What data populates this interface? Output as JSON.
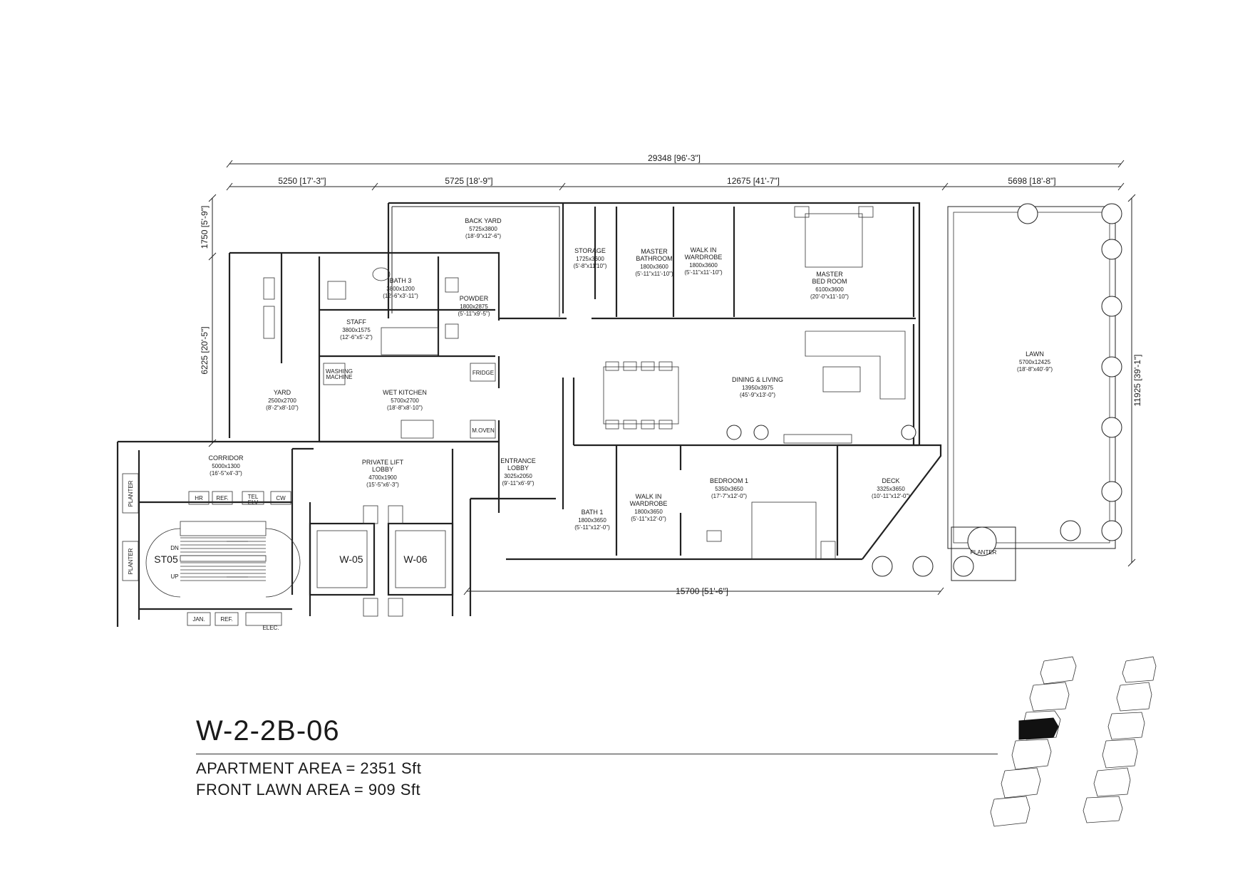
{
  "unit": {
    "code": "W-2-2B-06",
    "apartment_area": "APARTMENT AREA = 2351 Sft",
    "lawn_area": "FRONT LAWN AREA = 909 Sft"
  },
  "dimensions": {
    "overall": "29348 [96'-3\"]",
    "seg1": "5250 [17'-3\"]",
    "seg2": "5725 [18'-9\"]",
    "seg3": "12675 [41'-7\"]",
    "seg4": "5698 [18'-8\"]",
    "left_top": "1750 [5'-9\"]",
    "left_mid": "6225 [20'-5\"]",
    "right": "11925 [39'-1\"]",
    "bottom": "15700 [51'-6\"]"
  },
  "rooms": {
    "backyard": {
      "name": "BACK YARD",
      "size": "5725x3800",
      "imperial": "(18'-9\"x12'-6\")"
    },
    "storage": {
      "name": "STORAGE",
      "size": "1725x3600",
      "imperial": "(5'-8\"x11'10\")"
    },
    "master_bath": {
      "name": "MASTER",
      "name2": "BATHROOM",
      "size": "1800x3600",
      "imperial": "(5'-11\"x11'-10\")"
    },
    "wiw1": {
      "name": "WALK IN",
      "name2": "WARDROBE",
      "size": "1800x3600",
      "imperial": "(5'-11\"x11'-10\")"
    },
    "master_bed": {
      "name": "MASTER",
      "name2": "BED ROOM",
      "size": "6100x3600",
      "imperial": "(20'-0\"x11'-10\")"
    },
    "bath3": {
      "name": "BATH 3",
      "size": "3800x1200",
      "imperial": "(12'-6\"x3'-11\")"
    },
    "powder": {
      "name": "POWDER",
      "size": "1800x2875",
      "imperial": "(5'-11\"x9'-5\")"
    },
    "staff": {
      "name": "STAFF",
      "size": "3800x1575",
      "imperial": "(12'-6\"x5'-2\")"
    },
    "wet_kitchen": {
      "name": "WET KITCHEN",
      "size": "5700x2700",
      "imperial": "(18'-8\"x8'-10\")"
    },
    "yard": {
      "name": "YARD",
      "size": "2500x2700",
      "imperial": "(8'-2\"x8'-10\")"
    },
    "dining": {
      "name": "DINING & LIVING",
      "size": "13950x3975",
      "imperial": "(45'-9\"x13'-0\")"
    },
    "lawn": {
      "name": "LAWN",
      "size": "5700x12425",
      "imperial": "(18'-8\"x40'-9\")"
    },
    "corridor": {
      "name": "CORRIDOR",
      "size": "5000x1300",
      "imperial": "(16'-5\"x4'-3\")"
    },
    "lift_lobby": {
      "name": "PRIVATE LIFT",
      "name2": "LOBBY",
      "size": "4700x1900",
      "imperial": "(15'-5\"x6'-3\")"
    },
    "entrance": {
      "name": "ENTRANCE",
      "name2": "LOBBY",
      "size": "3025x2050",
      "imperial": "(9'-11\"x6'-9\")"
    },
    "bath1": {
      "name": "BATH 1",
      "size": "1800x3650",
      "imperial": "(5'-11\"x12'-0\")"
    },
    "wiw2": {
      "name": "WALK IN",
      "name2": "WARDROBE",
      "size": "1800x3650",
      "imperial": "(5'-11\"x12'-0\")"
    },
    "bedroom1": {
      "name": "BEDROOM 1",
      "size": "5350x3650",
      "imperial": "(17'-7\"x12'-0\")"
    },
    "deck": {
      "name": "DECK",
      "size": "3325x3650",
      "imperial": "(10'-11\"x12'-0\")"
    }
  },
  "labels": {
    "planter": "PLANTER",
    "stair": "ST05",
    "dn": "DN",
    "up": "UP",
    "lift1": "W-05",
    "lift2": "W-06",
    "fridge": "FRIDGE",
    "washing": "WASHING",
    "washing2": "MACHINE",
    "m_oven": "M.OVEN",
    "hr": "HR",
    "ref": "REF.",
    "tel": "TEL",
    "elv": "ELV",
    "cw": "CW",
    "jan": "JAN.",
    "elec": "ELEC."
  }
}
